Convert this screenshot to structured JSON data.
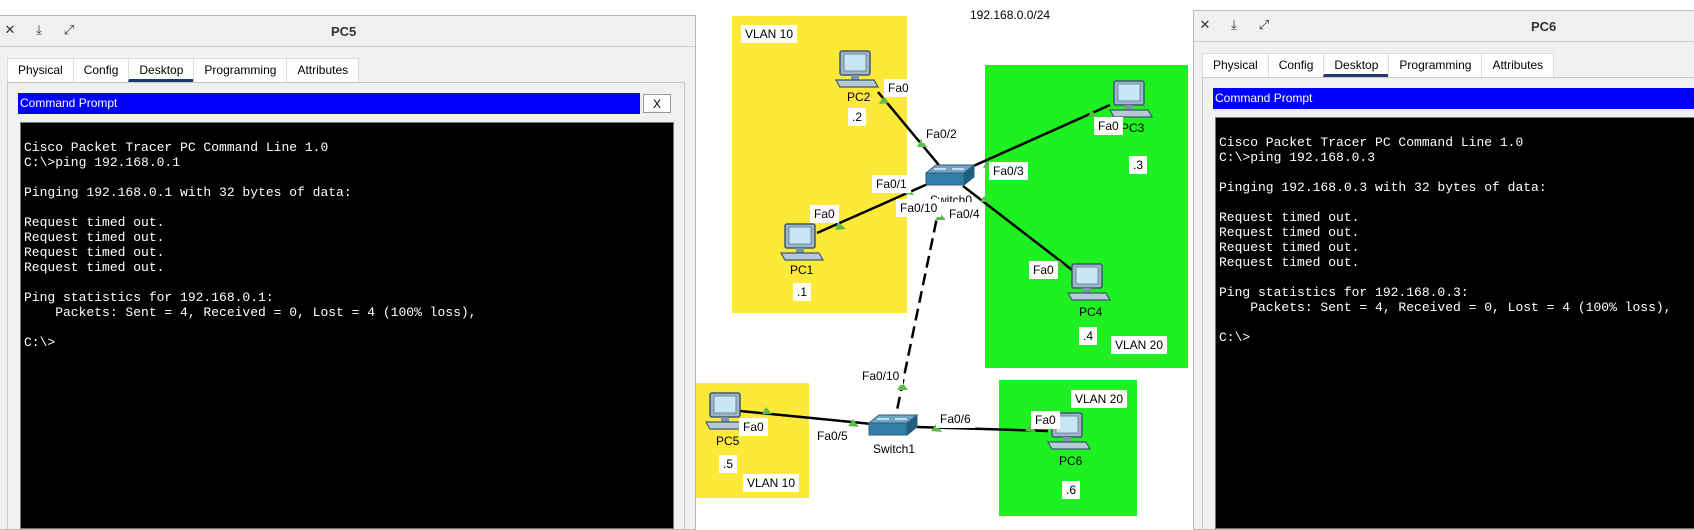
{
  "topology": {
    "network_label": "192.168.0.0/24",
    "vlan_labels": [
      "VLAN 10",
      "VLAN 20",
      "VLAN 10",
      "VLAN 20"
    ],
    "switches": [
      "Switch0",
      "Switch1"
    ],
    "pcs": [
      {
        "name": "PC1",
        "ip_suffix": ".1"
      },
      {
        "name": "PC2",
        "ip_suffix": ".2"
      },
      {
        "name": "PC3",
        "ip_suffix": ".3"
      },
      {
        "name": "PC4",
        "ip_suffix": ".4"
      },
      {
        "name": "PC5",
        "ip_suffix": ".5"
      },
      {
        "name": "PC6",
        "ip_suffix": ".6"
      }
    ],
    "ports": {
      "pc1": "Fa0",
      "pc2": "Fa0",
      "pc3": "Fa0",
      "pc4": "Fa0",
      "pc5": "Fa0",
      "pc6": "Fa0",
      "sw0_pc1": "Fa0/1",
      "sw0_pc2": "Fa0/2",
      "sw0_pc3": "Fa0/3",
      "sw0_pc4": "Fa0/4",
      "sw0_trunk": "Fa0/10",
      "sw1_trunk": "Fa0/10",
      "sw1_pc5": "Fa0/5",
      "sw1_pc6": "Fa0/6"
    },
    "colors": {
      "vlan10": "#fde93a",
      "vlan20": "#1ef022",
      "link": "#000000",
      "port_light": "#5dbb4a"
    }
  },
  "windows": [
    {
      "title": "PC5",
      "tabs": [
        "Physical",
        "Config",
        "Desktop",
        "Programming",
        "Attributes"
      ],
      "active_tab": "Desktop",
      "prompt_title": "Command Prompt",
      "close_label": "X",
      "terminal_text": "\nCisco Packet Tracer PC Command Line 1.0\nC:\\>ping 192.168.0.1\n\nPinging 192.168.0.1 with 32 bytes of data:\n\nRequest timed out.\nRequest timed out.\nRequest timed out.\nRequest timed out.\n\nPing statistics for 192.168.0.1:\n    Packets: Sent = 4, Received = 0, Lost = 4 (100% loss),\n\nC:\\>"
    },
    {
      "title": "PC6",
      "tabs": [
        "Physical",
        "Config",
        "Desktop",
        "Programming",
        "Attributes"
      ],
      "active_tab": "Desktop",
      "prompt_title": "Command Prompt",
      "terminal_text": "\nCisco Packet Tracer PC Command Line 1.0\nC:\\>ping 192.168.0.3\n\nPinging 192.168.0.3 with 32 bytes of data:\n\nRequest timed out.\nRequest timed out.\nRequest timed out.\nRequest timed out.\n\nPing statistics for 192.168.0.3:\n    Packets: Sent = 4, Received = 0, Lost = 4 (100% loss),\n\nC:\\>"
    }
  ]
}
